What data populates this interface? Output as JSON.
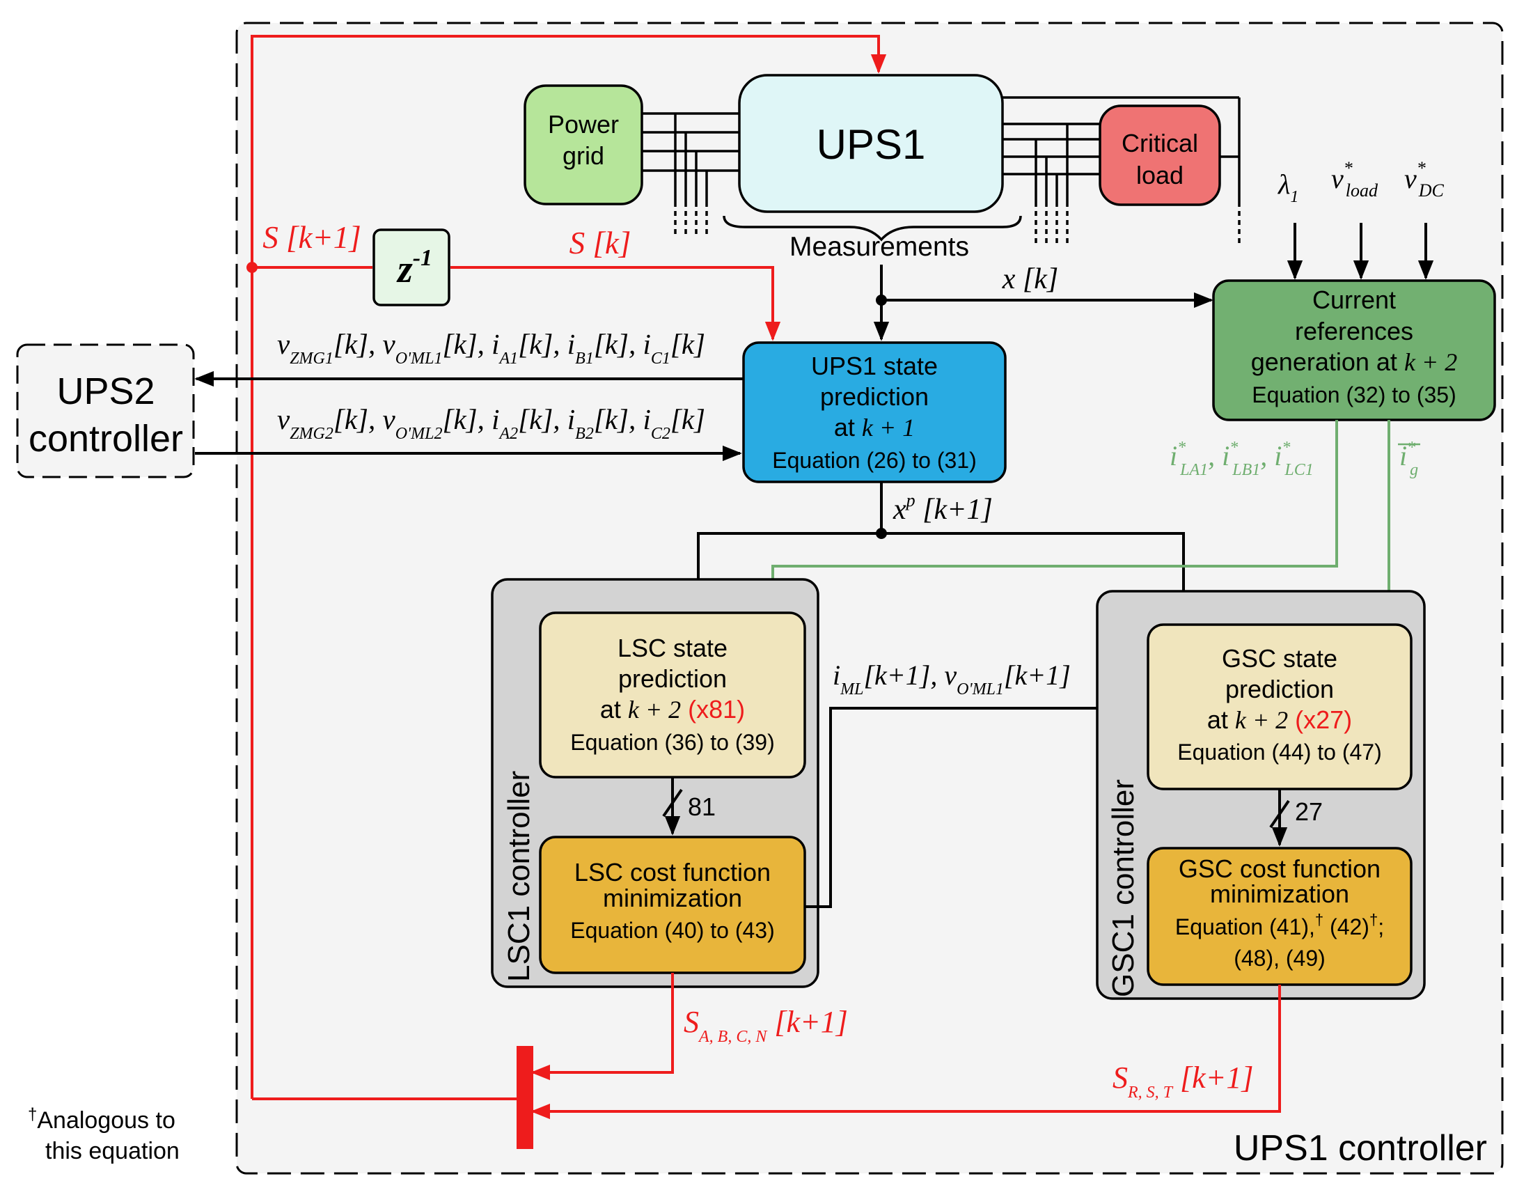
{
  "blocks": {
    "power_grid": [
      "Power",
      "grid"
    ],
    "ups1": "UPS1",
    "critical_load": [
      "Critical",
      "load"
    ],
    "measurements": "Measurements",
    "delay": {
      "base": "z",
      "sup": "-1"
    },
    "ups2": [
      "UPS2",
      "controller"
    ],
    "state_pred": {
      "l1": "UPS1 state",
      "l2": "prediction",
      "l3a": "at ",
      "l3b": "k + 1",
      "eq": "Equation (26) to (31)"
    },
    "current_ref": {
      "l1": "Current",
      "l2": "references",
      "l3a": "generation at ",
      "l3b": "k + 2",
      "eq": "Equation (32) to (35)"
    },
    "lsc_controller_label": "LSC1 controller",
    "gsc_controller_label": "GSC1 controller",
    "lsc_pred": {
      "l1": "LSC state",
      "l2": "prediction",
      "l3a": "at ",
      "l3b": "k + 2",
      "l3c": " (x81)",
      "eq": "Equation (36) to (39)"
    },
    "lsc_cost": {
      "l1": "LSC cost function",
      "l2": "minimization",
      "eq": "Equation (40) to (43)"
    },
    "gsc_pred": {
      "l1": "GSC state",
      "l2": "prediction",
      "l3a": "at ",
      "l3b": "k + 2",
      "l3c": " (x27)",
      "eq": "Equation (44) to (47)"
    },
    "gsc_cost": {
      "l1": "GSC cost function",
      "l2": "minimization",
      "eq1a": "Equation (41),",
      "eq1b": "†",
      "eq1c": " (42)",
      "eq1d": "†",
      "eq1e": ";",
      "eq2": "(48), (49)"
    },
    "ups1_controller": "UPS1 controller",
    "footnote": {
      "dagger": "†",
      "l1": "Analogous to",
      "l2": "this equation"
    }
  },
  "signals": {
    "s_k1": "S [k+1]",
    "s_k": "S [k]",
    "x_k": "x [k]",
    "xp": {
      "base": "x",
      "sup": "p",
      "rest": " [k+1]"
    },
    "lambda": {
      "base": "λ",
      "sub": "1"
    },
    "v_load": {
      "base": "v",
      "sup": "*",
      "sub": "load"
    },
    "v_dc": {
      "base": "v",
      "sup": "*",
      "sub": "DC"
    },
    "ups2_out": "vZMG1[k], vO'ML1[k], iA1[k], iB1[k], iC1[k]",
    "ups2_in": "vZMG2[k], vO'ML2[k], iA2[k], iB2[k], iC2[k]",
    "iml": "iML[k+1], vO'ML1[k+1]",
    "il_refs": "i*LA1, i*LB1, i*LC1",
    "ig_ref": "i*g",
    "n81": "81",
    "n27": "27",
    "s_abcn": {
      "base": "S",
      "sub": "A, B, C, N",
      "rest": " [k+1]"
    },
    "s_rst": {
      "base": "S",
      "sub": "R, S, T",
      "rest": " [k+1]"
    }
  },
  "colors": {
    "red": "#ee1c1c",
    "green_line": "#6fae6f",
    "power_grid": "#b6e59a",
    "ups1": "#dff6f7",
    "critical_load": "#ef7373",
    "state_pred": "#29abe2",
    "current_ref": "#72b071",
    "predict": "#f0e5bd",
    "cost": "#e8b53b",
    "controller_bg": "#d3d3d3",
    "delay": "#e6f6e6"
  }
}
